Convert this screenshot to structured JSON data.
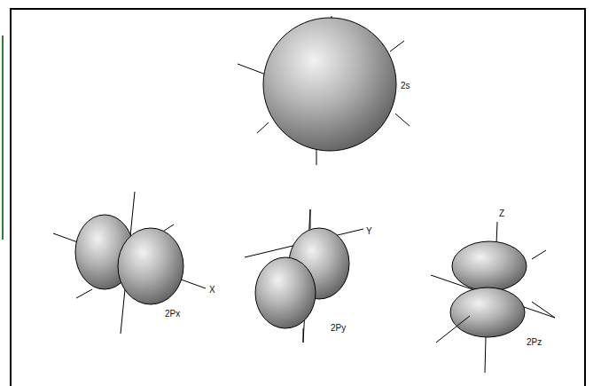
{
  "diagram": {
    "labels": [
      "2s",
      "X",
      "2Px",
      "Y",
      "2Py",
      "Z",
      "2Pz"
    ]
  }
}
